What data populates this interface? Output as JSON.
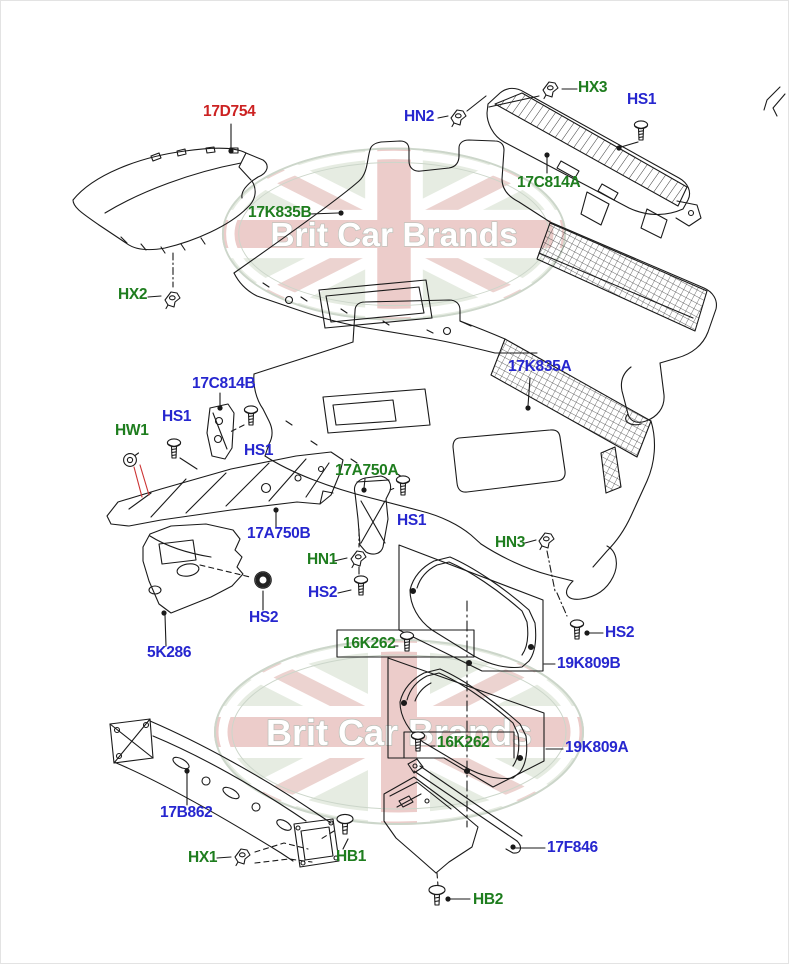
{
  "diagram_title": "Rear bumper exploded parts diagram",
  "watermark": {
    "text": "Brit Car Brands"
  },
  "colors": {
    "red": "#cc2222",
    "blue": "#2626cf",
    "green": "#1e7d1e",
    "line": "#1a1a1a",
    "accent_red": "#cc3333"
  },
  "labels": [
    {
      "text": "17D754",
      "color": "red"
    },
    {
      "text": "HN2",
      "color": "blue"
    },
    {
      "text": "HX3",
      "color": "green"
    },
    {
      "text": "HS1",
      "color": "blue"
    },
    {
      "text": "17C814A",
      "color": "green"
    },
    {
      "text": "17K835B",
      "color": "green"
    },
    {
      "text": "HX2",
      "color": "green"
    },
    {
      "text": "17K835A",
      "color": "blue"
    },
    {
      "text": "17C814B",
      "color": "blue"
    },
    {
      "text": "HS1",
      "color": "blue"
    },
    {
      "text": "HW1",
      "color": "green"
    },
    {
      "text": "HS1",
      "color": "blue"
    },
    {
      "text": "17A750A",
      "color": "green"
    },
    {
      "text": "HS1",
      "color": "blue"
    },
    {
      "text": "17A750B",
      "color": "blue"
    },
    {
      "text": "HN1",
      "color": "green"
    },
    {
      "text": "HS2",
      "color": "blue"
    },
    {
      "text": "HS2",
      "color": "blue"
    },
    {
      "text": "5K286",
      "color": "blue"
    },
    {
      "text": "HN3",
      "color": "green"
    },
    {
      "text": "HS2",
      "color": "blue"
    },
    {
      "text": "16K262",
      "color": "green"
    },
    {
      "text": "19K809B",
      "color": "blue"
    },
    {
      "text": "16K262",
      "color": "green"
    },
    {
      "text": "19K809A",
      "color": "blue"
    },
    {
      "text": "17B862",
      "color": "blue"
    },
    {
      "text": "HX1",
      "color": "green"
    },
    {
      "text": "HB1",
      "color": "green"
    },
    {
      "text": "17F846",
      "color": "blue"
    },
    {
      "text": "HB2",
      "color": "green"
    }
  ]
}
